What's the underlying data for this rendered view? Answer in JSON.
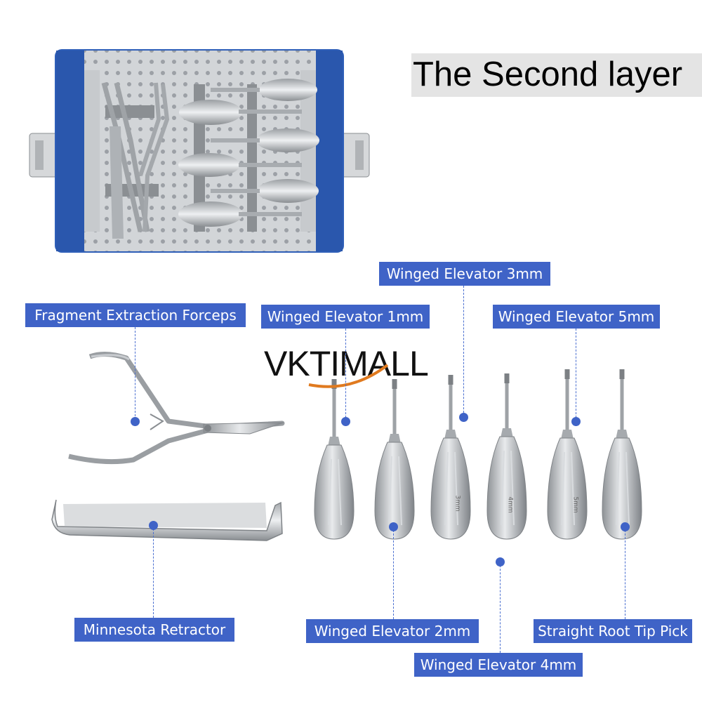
{
  "title": "The Second layer",
  "brand": "VKTIMALL",
  "colors": {
    "label_bg": "#3f63c7",
    "title_bg": "#e4e4e4",
    "tray_blue": "#2f5fb8",
    "steel": "#b9bcc0"
  },
  "labels": {
    "fragment_forceps": "Fragment Extraction Forceps",
    "elevator_1mm": "Winged Elevator 1mm",
    "elevator_2mm": "Winged Elevator 2mm",
    "elevator_3mm": "Winged Elevator 3mm",
    "elevator_4mm": "Winged Elevator 4mm",
    "elevator_5mm": "Winged Elevator 5mm",
    "minnesota_retractor": "Minnesota Retractor",
    "root_tip_pick": "Straight Root Tip Pick"
  },
  "engravings": {
    "e3": "3mm",
    "e4": "4mm",
    "e5": "5mm"
  },
  "icons": [
    "tray-image",
    "forceps-image",
    "retractor-image",
    "elevator-image"
  ]
}
